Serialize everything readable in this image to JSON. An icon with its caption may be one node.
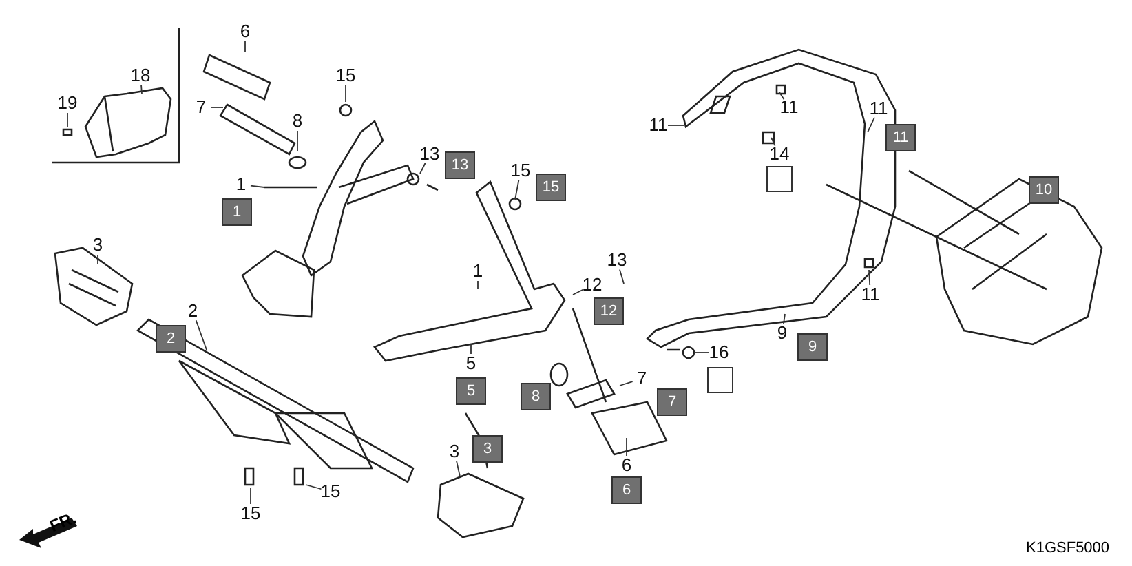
{
  "diagram": {
    "nodes": [
      {
        "text": [
          "6"
        ]
      },
      {
        "text": [
          "18"
        ]
      },
      {
        "text": [
          "19"
        ]
      },
      {
        "text": [
          "15"
        ]
      },
      {
        "text": [
          "7"
        ]
      },
      {
        "text": [
          "8"
        ]
      },
      {
        "text": [
          "13"
        ]
      },
      {
        "text": [
          "1"
        ]
      },
      {
        "text": [
          "15"
        ]
      },
      {
        "text": [
          "11"
        ]
      },
      {
        "text": [
          "11"
        ]
      },
      {
        "text": [
          "11"
        ]
      },
      {
        "text": [
          "14"
        ]
      },
      {
        "text": [
          "3"
        ]
      },
      {
        "text": [
          "1"
        ]
      },
      {
        "text": [
          "13"
        ]
      },
      {
        "text": [
          "12"
        ]
      },
      {
        "text": [
          "2"
        ]
      },
      {
        "text": [
          "11"
        ]
      },
      {
        "text": [
          "9"
        ]
      },
      {
        "text": [
          "16"
        ]
      },
      {
        "text": [
          "5"
        ]
      },
      {
        "text": [
          "7"
        ]
      },
      {
        "text": [
          "6"
        ]
      },
      {
        "text": [
          "3"
        ]
      },
      {
        "text": [
          "15"
        ]
      },
      {
        "text": [
          "15"
        ]
      }
    ],
    "edges": [
      {
        "from": 0,
        "to": null,
        "arrow": "none"
      },
      {
        "from": 1,
        "to": null,
        "arrow": "none"
      },
      {
        "from": 2,
        "to": null,
        "arrow": "none"
      },
      {
        "from": 3,
        "to": null,
        "arrow": "none"
      },
      {
        "from": 4,
        "to": null,
        "arrow": "none"
      },
      {
        "from": 5,
        "to": null,
        "arrow": "none"
      },
      {
        "from": 6,
        "to": null,
        "arrow": "none"
      },
      {
        "from": 7,
        "to": null,
        "arrow": "none"
      },
      {
        "from": 8,
        "to": null,
        "arrow": "none"
      },
      {
        "from": 9,
        "to": null,
        "arrow": "none"
      },
      {
        "from": 10,
        "to": null,
        "arrow": "none"
      },
      {
        "from": 11,
        "to": null,
        "arrow": "none"
      },
      {
        "from": 12,
        "to": null,
        "arrow": "none"
      },
      {
        "from": 13,
        "to": null,
        "arrow": "none"
      },
      {
        "from": 14,
        "to": null,
        "arrow": "none"
      },
      {
        "from": 15,
        "to": null,
        "arrow": "none"
      },
      {
        "from": 16,
        "to": null,
        "arrow": "none"
      },
      {
        "from": 17,
        "to": null,
        "arrow": "none"
      },
      {
        "from": 18,
        "to": null,
        "arrow": "none"
      },
      {
        "from": 19,
        "to": null,
        "arrow": "none"
      },
      {
        "from": 20,
        "to": null,
        "arrow": "none"
      },
      {
        "from": 21,
        "to": null,
        "arrow": "none"
      },
      {
        "from": 22,
        "to": null,
        "arrow": "none"
      },
      {
        "from": 23,
        "to": null,
        "arrow": "none"
      },
      {
        "from": 24,
        "to": null,
        "arrow": "none"
      },
      {
        "from": 25,
        "to": null,
        "arrow": "none"
      },
      {
        "from": 26,
        "to": null,
        "arrow": "none"
      }
    ],
    "labels": [
      "11",
      "13",
      "10",
      "15",
      "1",
      "12",
      "2",
      "9",
      "5",
      "7",
      "8",
      "3",
      "6",
      "FR.",
      "K1GSF5000"
    ]
  }
}
